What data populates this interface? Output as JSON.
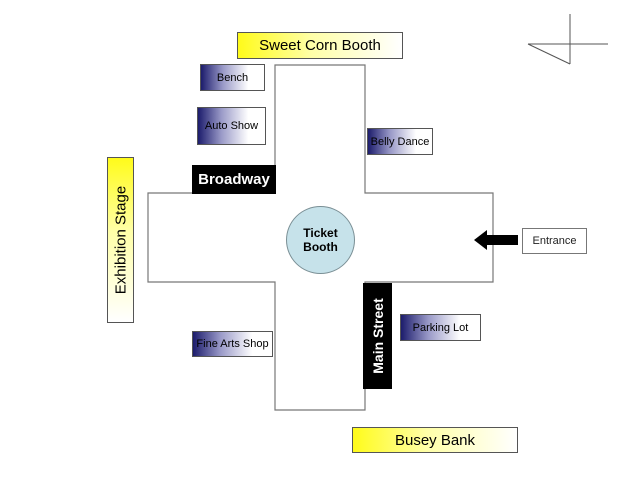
{
  "labels": {
    "sweet_corn_booth": "Sweet Corn Booth",
    "bench": "Bench",
    "auto_show": "Auto Show",
    "belly_dance": "Belly Dance",
    "broadway": "Broadway",
    "exhibition_stage": "Exhibition Stage",
    "ticket_booth": "Ticket\nBooth",
    "entrance": "Entrance",
    "parking_lot": "Parking Lot",
    "main_street": "Main Street",
    "fine_arts_shop": "Fine Arts Shop",
    "busey_bank": "Busey Bank"
  },
  "colors": {
    "yellow": "#fffb1a",
    "navy": "#1c1c6c",
    "ticket_booth_fill": "#c6e2ea",
    "street_label": "#000000"
  },
  "icons": [
    "compass-icon",
    "entrance-arrow-icon"
  ]
}
